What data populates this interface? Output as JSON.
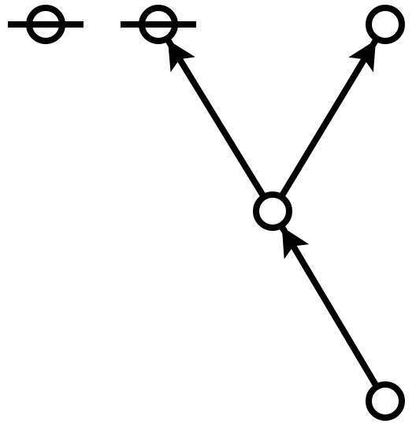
{
  "diagram": {
    "stroke_color": "#000000",
    "fill_color": "#ffffff",
    "nodes": [
      {
        "id": "n1",
        "kind": "terminator-node"
      },
      {
        "id": "n2",
        "kind": "terminator-node"
      },
      {
        "id": "n3",
        "kind": "node"
      },
      {
        "id": "n4",
        "kind": "node"
      },
      {
        "id": "n5",
        "kind": "node"
      }
    ],
    "edges": [
      {
        "from": "n4",
        "to": "n2"
      },
      {
        "from": "n4",
        "to": "n3"
      },
      {
        "from": "n5",
        "to": "n4"
      }
    ]
  }
}
